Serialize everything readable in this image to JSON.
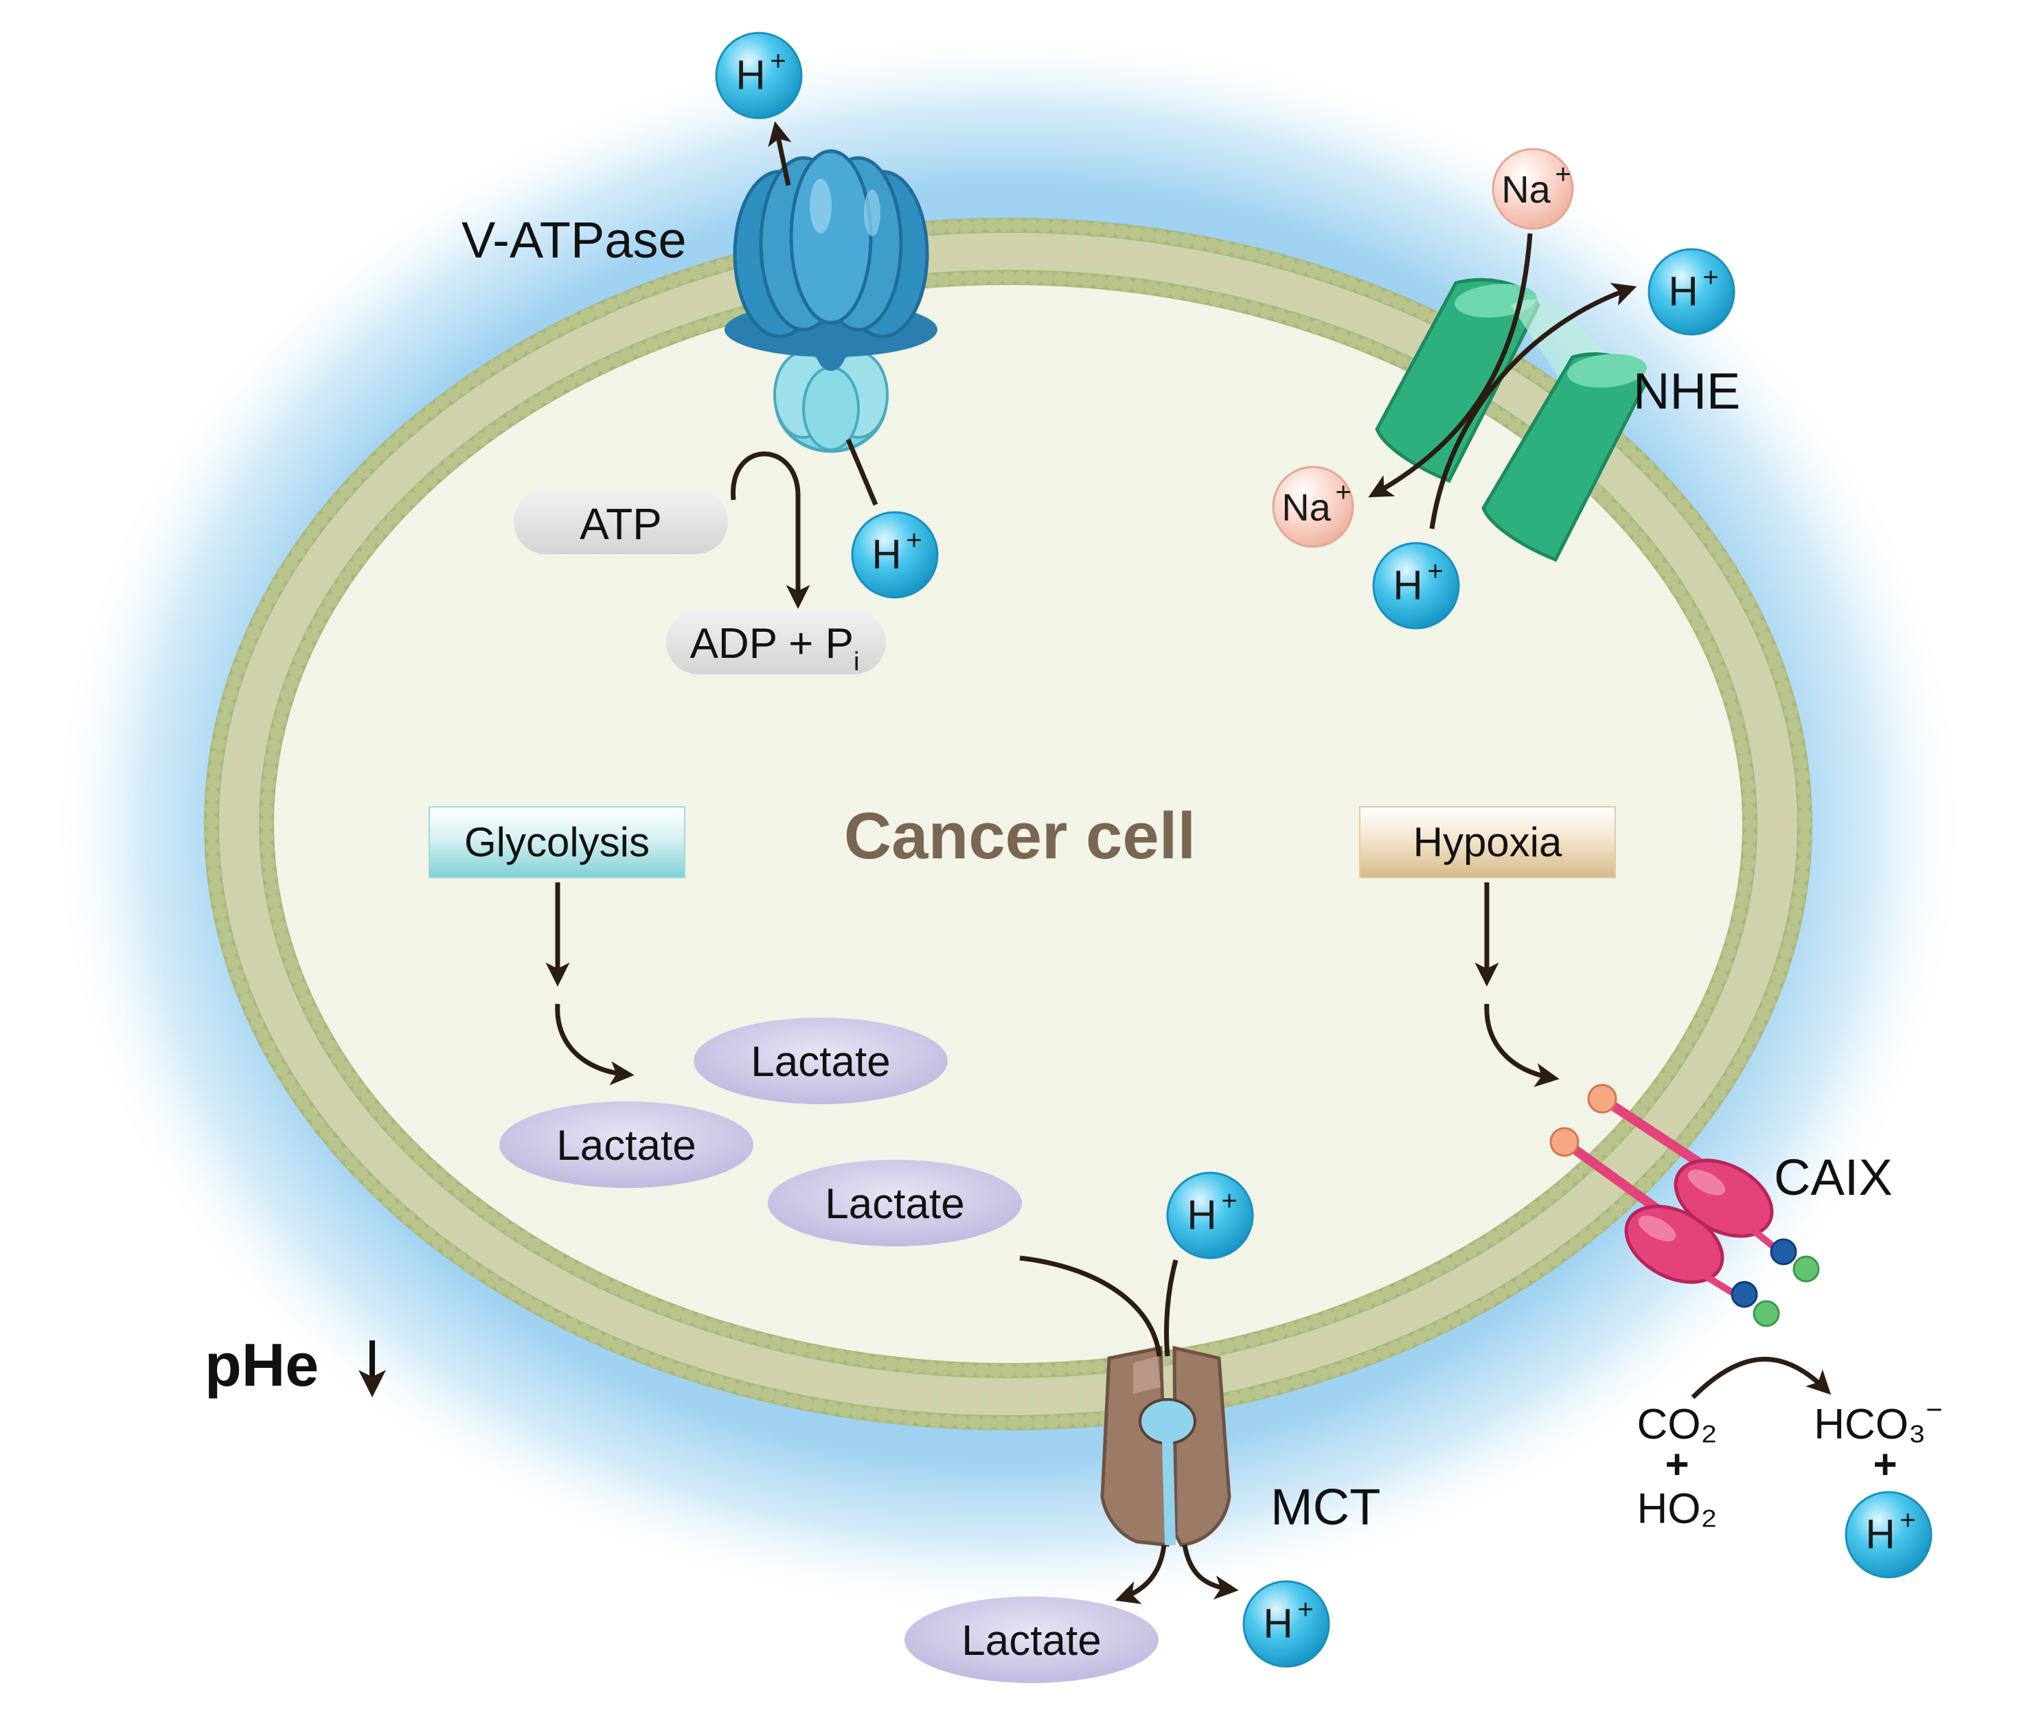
{
  "title": "Cancer cell",
  "ph_label": "pHe",
  "ph_arrow": "↓",
  "proteins": {
    "vatpase": "V-ATPase",
    "nhe": "NHE",
    "mct": "MCT",
    "caix": "CAIX"
  },
  "boxes": {
    "glycolysis": "Glycolysis",
    "hypoxia": "Hypoxia"
  },
  "metabolites": {
    "atp": "ATP",
    "adp": "ADP + P",
    "adp_sub": "i",
    "lactate": "Lactate"
  },
  "ions": {
    "h": "H",
    "na": "Na",
    "plus": "+"
  },
  "reaction": {
    "reactant_1": "CO₂",
    "reactant_2": "HO₂",
    "product_1": "HCO₃",
    "product_1_charge": "−",
    "plus": "+"
  },
  "colors": {
    "membrane": "#b5c08b",
    "cytoplasm": "#f1f4e6",
    "halo": "#b6dcf3",
    "h_ion": "#38bde6",
    "na_ion": "#f6cfc4",
    "vatpase": "#2f8fc1",
    "nhe": "#3cb98a",
    "mct": "#9b7a66",
    "caix": "#e4427a",
    "lactate": "#cfcbe6"
  }
}
